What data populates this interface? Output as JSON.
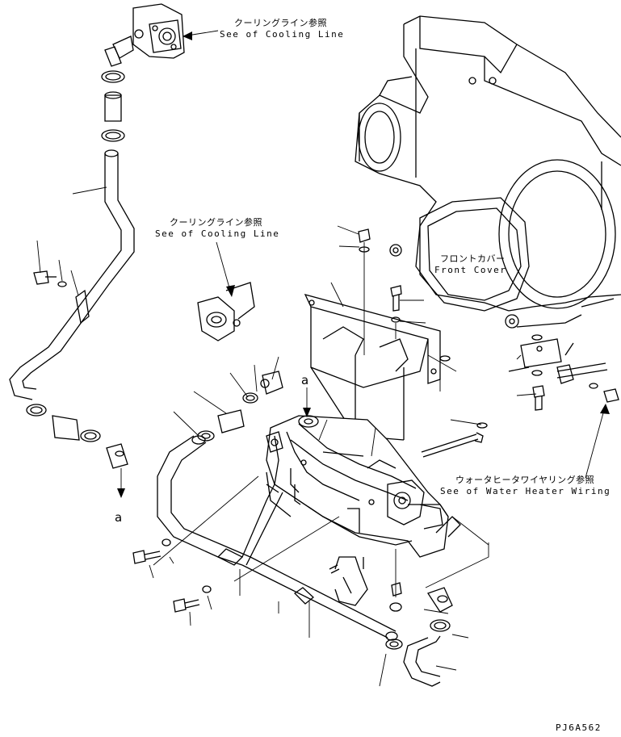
{
  "callouts": {
    "cooling_top_jp": "クーリングライン参照",
    "cooling_top_en": "See of Cooling Line",
    "cooling_mid_jp": "クーリングライン参照",
    "cooling_mid_en": "See of Cooling Line",
    "front_cover_jp": "フロントカバー",
    "front_cover_en": "Front Cover",
    "heater_wiring_jp": "ウォータヒータワイヤリング参照",
    "heater_wiring_en": "See of Water Heater Wiring"
  },
  "markers": {
    "a_top": "a",
    "a_left": "a"
  },
  "drawing_code": "PJ6A562"
}
